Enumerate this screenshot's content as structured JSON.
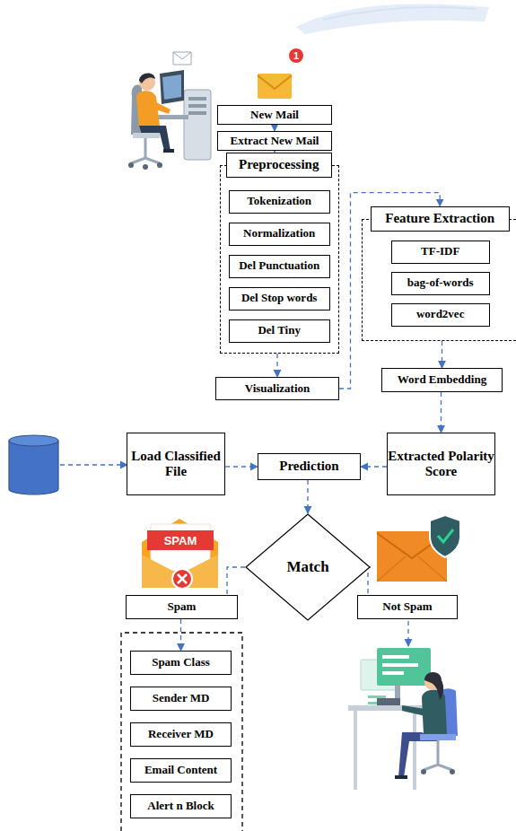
{
  "diagram": {
    "nodes": [
      {
        "text": [
          "New Mail"
        ]
      },
      {
        "text": [
          "Extract New Mail"
        ]
      },
      {
        "text": [
          "Preprocessing"
        ]
      },
      {
        "text": [
          "Tokenization"
        ],
        "in": 2
      },
      {
        "text": [
          "Normalization"
        ],
        "in": 2
      },
      {
        "text": [
          "Del Punctuation"
        ],
        "in": 2
      },
      {
        "text": [
          "Del Stop words"
        ],
        "in": 2
      },
      {
        "text": [
          "Del Tiny"
        ],
        "in": 2
      },
      {
        "text": [
          "Visualization"
        ]
      },
      {
        "text": [
          "Feature Extraction"
        ]
      },
      {
        "text": [
          "TF-IDF"
        ],
        "in": 9
      },
      {
        "text": [
          "bag-of-words"
        ],
        "in": 9
      },
      {
        "text": [
          "word2vec"
        ],
        "in": 9
      },
      {
        "text": [
          "Word Embedding"
        ]
      },
      {
        "text": [
          "Load Classified File"
        ]
      },
      {
        "text": [
          "Prediction"
        ]
      },
      {
        "text": [
          "Extracted Polarity Score"
        ]
      },
      {
        "text": [
          "Match"
        ]
      },
      {
        "text": [
          "Spam"
        ]
      },
      {
        "text": [
          "Not Spam"
        ]
      },
      {
        "text": [
          "Spam Class"
        ]
      },
      {
        "text": [
          "Sender MD"
        ]
      },
      {
        "text": [
          "Receiver MD"
        ]
      },
      {
        "text": [
          "Email Content"
        ]
      },
      {
        "text": [
          "Alert n Block"
        ]
      }
    ],
    "edges": [
      {
        "from": 0,
        "to": 1,
        "arrow": "to"
      },
      {
        "from": 1,
        "to": 2,
        "arrow": "to"
      },
      {
        "from": 2,
        "to": 8,
        "arrow": "to"
      },
      {
        "from": 8,
        "to": 9,
        "arrow": "to"
      },
      {
        "from": 9,
        "to": 13,
        "arrow": "to"
      },
      {
        "from": 13,
        "to": 16,
        "arrow": "to"
      },
      {
        "from": 16,
        "to": 15,
        "arrow": "to"
      },
      {
        "from": 14,
        "to": 15,
        "arrow": "to"
      },
      {
        "from": 15,
        "to": 17,
        "arrow": "to"
      },
      {
        "from": 17,
        "to": 18,
        "arrow": "none"
      },
      {
        "from": 17,
        "to": 19,
        "arrow": "none"
      },
      {
        "from": 18,
        "to": 20,
        "arrow": "to"
      }
    ],
    "labels": [
      "1",
      "SPAM"
    ]
  }
}
